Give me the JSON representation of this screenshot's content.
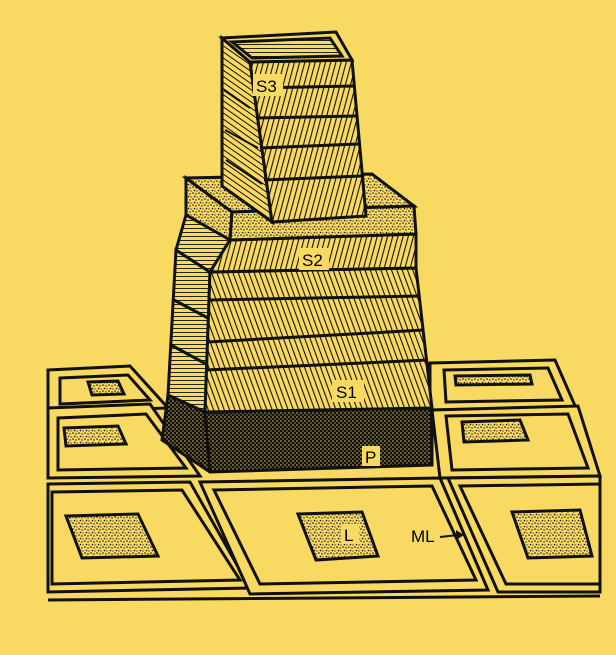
{
  "colors": {
    "background": "#f8d962",
    "ink": "#111111",
    "cell_fill": "#f8d962"
  },
  "labels": {
    "s3": "S3",
    "s2": "S2",
    "s1": "S1",
    "p": "P",
    "l": "L",
    "ml": "ML"
  }
}
